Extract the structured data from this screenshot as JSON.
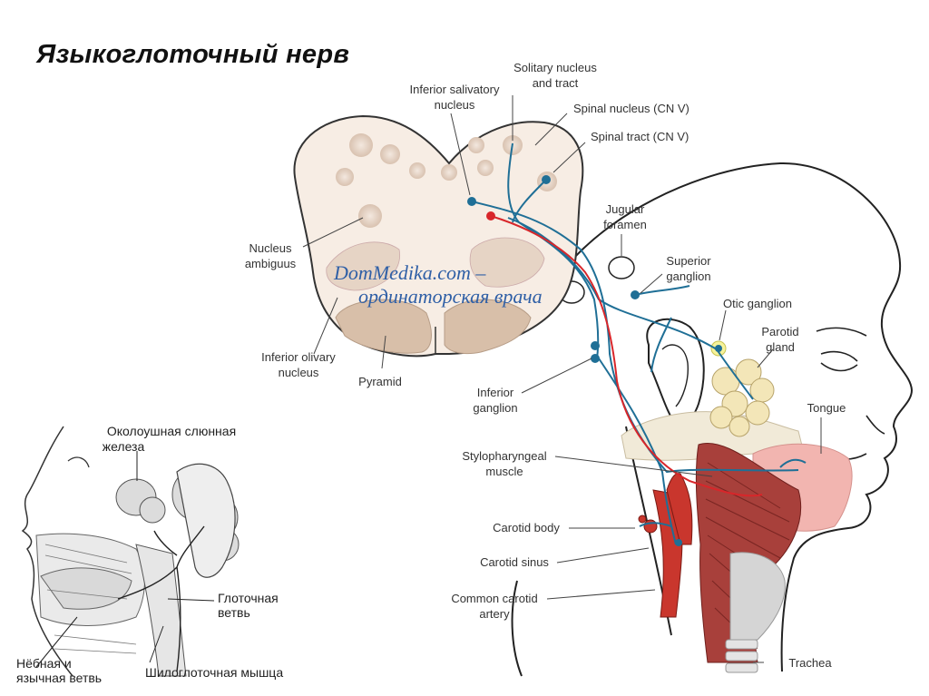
{
  "title": "Языкоглоточный нерв",
  "watermark": {
    "line1": "DomMedika.com –",
    "line2": "ординаторская врача"
  },
  "labels": {
    "solitary_nucleus": [
      "Solitary nucleus",
      "and tract"
    ],
    "inferior_salivatory": [
      "Inferior salivatory",
      "nucleus"
    ],
    "spinal_nucleus": "Spinal nucleus (CN V)",
    "spinal_tract": "Spinal tract (CN V)",
    "jugular_foramen": [
      "Jugular",
      "foramen"
    ],
    "superior_ganglion": [
      "Superior",
      "ganglion"
    ],
    "otic_ganglion": "Otic ganglion",
    "parotid_gland": [
      "Parotid",
      "gland"
    ],
    "tongue": "Tongue",
    "nucleus_ambiguus": [
      "Nucleus",
      "ambiguus"
    ],
    "inferior_olivary": [
      "Inferior olivary",
      "nucleus"
    ],
    "pyramid": "Pyramid",
    "inferior_ganglion": [
      "Inferior",
      "ganglion"
    ],
    "stylopharyngeal": [
      "Stylopharyngeal",
      "muscle"
    ],
    "carotid_body": "Carotid body",
    "carotid_sinus": "Carotid sinus",
    "common_carotid": [
      "Common carotid",
      "artery"
    ],
    "trachea": "Trachea"
  },
  "inset_labels": {
    "parotid_ru": [
      "Околоушная слюнная",
      "железа"
    ],
    "pharyngeal_branch": [
      "Глоточная",
      "ветвь"
    ],
    "palatine_lingual": [
      "Нёбная и",
      "язычная ветвь"
    ],
    "stylopharyngeus_ru": "Шилоглоточная мышца"
  },
  "colors": {
    "nerve_blue": "#1f6f96",
    "nerve_red": "#d8262a",
    "medulla_fill": "#f7ede4",
    "nucleus_fill": "#e2cdbd",
    "muscle": "#a8403b",
    "artery": "#c9362d",
    "gland": "#f3e6b8",
    "tongue": "#f2b5b0"
  }
}
